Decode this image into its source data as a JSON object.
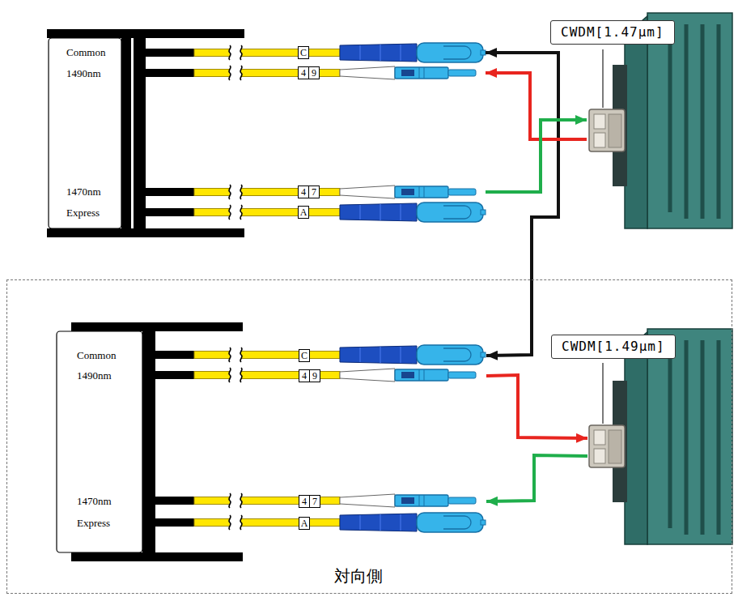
{
  "diagram": {
    "nodes": [
      {
        "text": [
          "Common",
          "1490nm",
          "1470nm",
          "Express"
        ]
      },
      {
        "text": [
          "C"
        ]
      },
      {
        "text": [
          "4",
          "9"
        ]
      },
      {
        "text": [
          "4",
          "7"
        ]
      },
      {
        "text": [
          "A"
        ]
      },
      {
        "text": [
          "CWDM[1.47μm]"
        ]
      },
      {
        "text": [
          "対向側"
        ]
      },
      {
        "text": [
          "Common",
          "1490nm",
          "1470nm",
          "Express"
        ],
        "in": 6
      },
      {
        "text": [
          "C"
        ],
        "in": 6
      },
      {
        "text": [
          "4",
          "9"
        ],
        "in": 6
      },
      {
        "text": [
          "4",
          "7"
        ],
        "in": 6
      },
      {
        "text": [
          "A"
        ],
        "in": 6
      },
      {
        "text": [
          "CWDM[1.49μm]"
        ],
        "in": 6
      }
    ],
    "edges": [
      {
        "from": 1,
        "to": 8,
        "arrow": "both"
      },
      {
        "from": 5,
        "to": 2,
        "arrow": "to"
      },
      {
        "from": 3,
        "to": 5,
        "arrow": "to"
      },
      {
        "from": 9,
        "to": 12,
        "arrow": "to"
      },
      {
        "from": 12,
        "to": 10,
        "arrow": "to"
      }
    ]
  }
}
